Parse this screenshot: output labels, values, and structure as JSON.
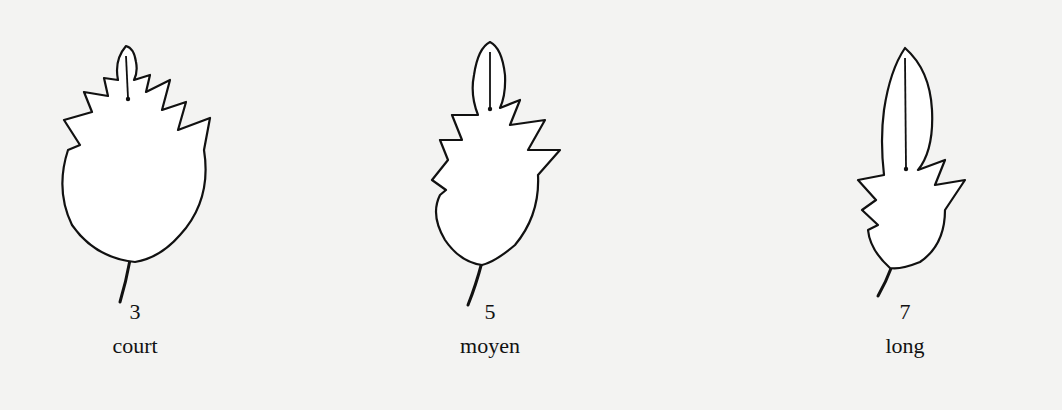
{
  "diagram": {
    "labels": [
      "3",
      "court",
      "5",
      "moyen",
      "7",
      "long"
    ]
  }
}
